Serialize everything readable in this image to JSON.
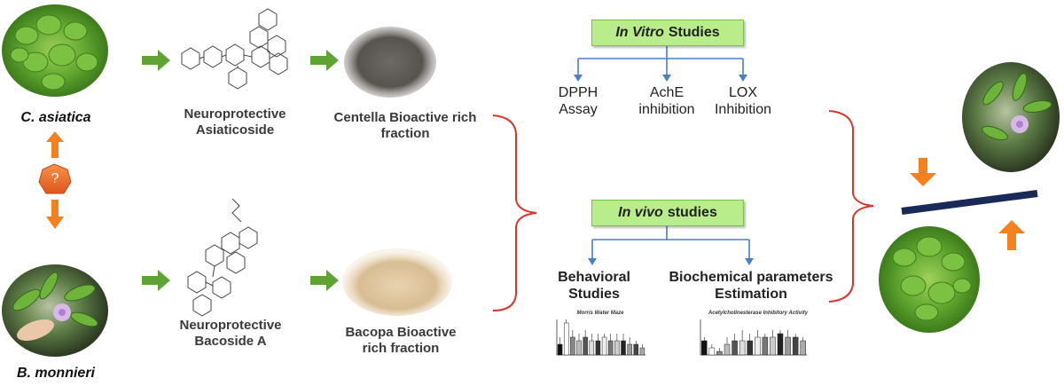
{
  "species": {
    "top": "C. asiatica",
    "bottom": "B. monnieri"
  },
  "unknown_symbol": "?",
  "compounds": {
    "top": "Neuroprotective\nAsiaticoside",
    "bottom": "Neuroprotective\nBacoside A"
  },
  "fractions": {
    "top": "Centella Bioactive rich\nfraction",
    "bottom": "Bacopa Bioactive\nrich fraction"
  },
  "in_vitro": {
    "title_italic": "In Vitro",
    "title_rest": "Studies",
    "assays": [
      "DPPH\nAssay",
      "AchE\ninhibition",
      "LOX\nInhibition"
    ]
  },
  "in_vivo": {
    "title_italic": "In vivo",
    "title_rest": "studies",
    "branches": [
      "Behavioral\nStudies",
      "Biochemical parameters\nEstimation"
    ]
  },
  "mini_charts": [
    {
      "title": "Morris Water Maze",
      "values": [
        3,
        9,
        5,
        4,
        5,
        4,
        4,
        5,
        4,
        4,
        4,
        3,
        3,
        2
      ],
      "errors": [
        2,
        1,
        2,
        2,
        2,
        2,
        2,
        1,
        2,
        2,
        2,
        2,
        1,
        1
      ]
    },
    {
      "title": "Acetylcholinesterase Inhibitory Activity",
      "values": [
        4,
        2,
        1,
        3,
        4,
        4,
        4,
        5,
        5,
        5,
        6,
        5,
        5,
        4
      ],
      "errors": [
        1,
        1,
        1,
        2,
        2,
        3,
        2,
        2,
        1,
        2,
        1,
        2,
        1,
        1
      ]
    }
  ],
  "colors": {
    "arrow_green": "#5ea334",
    "arrow_orange": "#f5801e",
    "hex_fill": "#f26f21",
    "branch_blue": "#4a7fc9",
    "bracket_red": "#d8362a",
    "balance_bar": "#1a2a58",
    "box_fill": "#b9ec8a"
  }
}
